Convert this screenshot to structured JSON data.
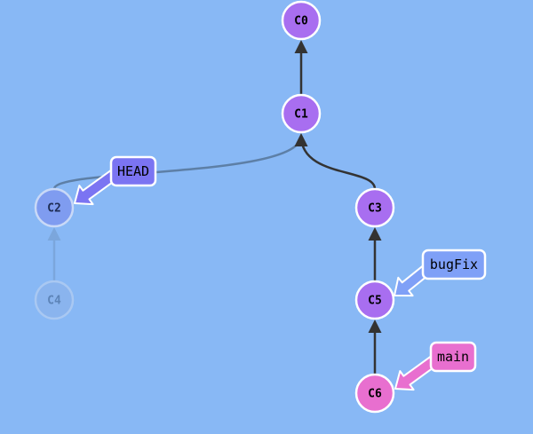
{
  "colors": {
    "background": "#88b8f5",
    "commit": "#a86ef0",
    "commit_stroke": "#ffffff",
    "commit_dim": "#7f9cf0",
    "commit_faded": "#8ab4ee",
    "commit_head_target": "#e86fcf",
    "edge": "#333333",
    "edge_dim": "#5d7fa6",
    "edge_faded": "#7ba6dc",
    "head_label": "#7b74f2",
    "bugfix_label": "#7fa0f7",
    "main_label": "#e86fcf"
  },
  "commits": [
    {
      "id": "C0",
      "label": "C0",
      "state": "normal"
    },
    {
      "id": "C1",
      "label": "C1",
      "state": "normal"
    },
    {
      "id": "C2",
      "label": "C2",
      "state": "dim"
    },
    {
      "id": "C3",
      "label": "C3",
      "state": "normal"
    },
    {
      "id": "C4",
      "label": "C4",
      "state": "faded"
    },
    {
      "id": "C5",
      "label": "C5",
      "state": "normal"
    },
    {
      "id": "C6",
      "label": "C6",
      "state": "main"
    }
  ],
  "edges": [
    {
      "from": "C1",
      "to": "C0",
      "state": "normal"
    },
    {
      "from": "C2",
      "to": "C1",
      "state": "dim"
    },
    {
      "from": "C3",
      "to": "C1",
      "state": "normal"
    },
    {
      "from": "C4",
      "to": "C2",
      "state": "faded"
    },
    {
      "from": "C5",
      "to": "C3",
      "state": "normal"
    },
    {
      "from": "C6",
      "to": "C5",
      "state": "normal"
    }
  ],
  "refs": [
    {
      "id": "head",
      "label": "HEAD",
      "target": "C2"
    },
    {
      "id": "bugfix",
      "label": "bugFix",
      "target": "C5"
    },
    {
      "id": "main",
      "label": "main",
      "target": "C6"
    }
  ]
}
